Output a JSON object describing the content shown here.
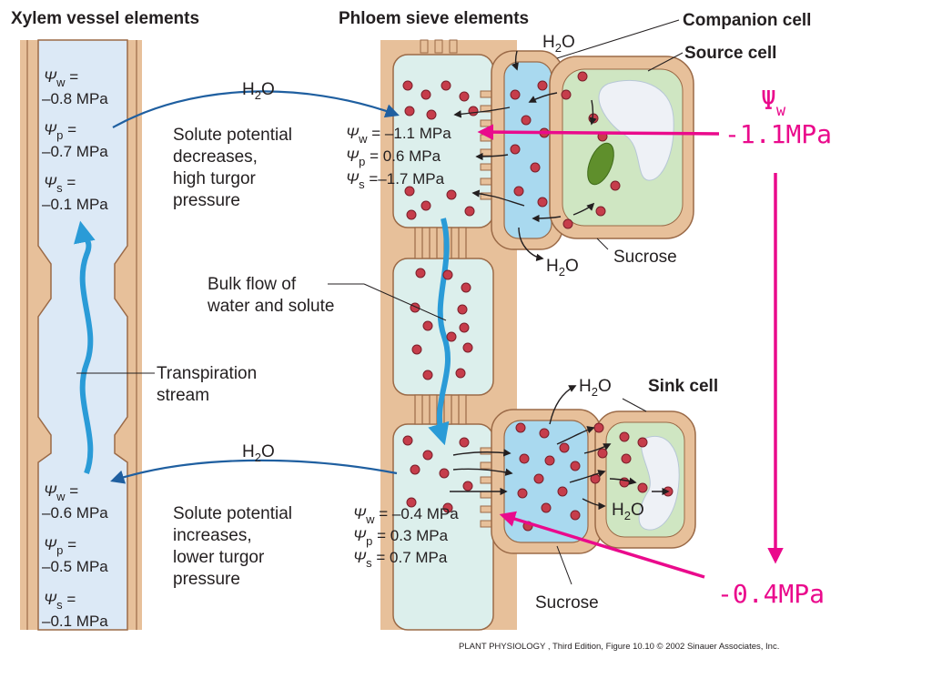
{
  "headings": {
    "xylem": "Xylem vessel elements",
    "phloem": "Phloem sieve elements",
    "companion": "Companion cell",
    "source": "Source cell",
    "sink": "Sink cell"
  },
  "xylem_top": {
    "psi_w_sym": "Ψ",
    "psi_w_sub": "w",
    "psi_w_eq": " =",
    "psi_w_val": "–0.8 MPa",
    "psi_p_sym": "Ψ",
    "psi_p_sub": "p",
    "psi_p_eq": " =",
    "psi_p_val": "–0.7 MPa",
    "psi_s_sym": "Ψ",
    "psi_s_sub": "s",
    "psi_s_eq": " =",
    "psi_s_val": "–0.1 MPa"
  },
  "xylem_bottom": {
    "psi_w_sym": "Ψ",
    "psi_w_sub": "w",
    "psi_w_eq": " =",
    "psi_w_val": "–0.6 MPa",
    "psi_p_sym": "Ψ",
    "psi_p_sub": "p",
    "psi_p_eq": " =",
    "psi_p_val": "–0.5 MPa",
    "psi_s_sym": "Ψ",
    "psi_s_sub": "s",
    "psi_s_eq": " =",
    "psi_s_val": "–0.1 MPa"
  },
  "phloem_source": {
    "psi_w": "–1.1 MPa",
    "psi_p": "0.6 MPa",
    "psi_s": "–1.7 MPa"
  },
  "phloem_sink": {
    "psi_w": "–0.4 MPa",
    "psi_p": "0.3 MPa",
    "psi_s": "0.7 MPa"
  },
  "symbols": {
    "psi": "Ψ",
    "sub_w": "w",
    "sub_p": "p",
    "sub_s": "s",
    "equals": " ="
  },
  "water": {
    "h": "H",
    "two": "2",
    "o": "O"
  },
  "labels": {
    "source_desc_1": "Solute potential",
    "source_desc_2": "decreases,",
    "source_desc_3": "high turgor",
    "source_desc_4": "pressure",
    "sink_desc_1": "Solute potential",
    "sink_desc_2": "increases,",
    "sink_desc_3": "lower turgor",
    "sink_desc_4": "pressure",
    "bulk_1": "Bulk flow of",
    "bulk_2": "water and solute",
    "transp_1": "Transpiration",
    "transp_2": "stream",
    "sucrose": "Sucrose"
  },
  "annotations": {
    "psi_symbol": "Ψ",
    "psi_sub": "w",
    "source_value": "-1.1MPa",
    "sink_value": "-0.4MPa"
  },
  "caption": "PLANT PHYSIOLOGY , Third Edition, Figure 10.10  © 2002 Sinauer Associates, Inc.",
  "colors": {
    "wall": "#e7c09a",
    "wall_stroke": "#9b6a47",
    "xylem_lumen": "#dce9f6",
    "phloem_lumen": "#dcefec",
    "companion_fill": "#a9d9ef",
    "cell_green": "#cfe6c2",
    "vacuole": "#eef1f6",
    "chloroplast": "#5f8f2c",
    "dot": "#c63d4b",
    "flow_blue": "#2a9bd7",
    "arrow_blue": "#1f5fa0",
    "annotation_pink": "#ea0a8c"
  }
}
